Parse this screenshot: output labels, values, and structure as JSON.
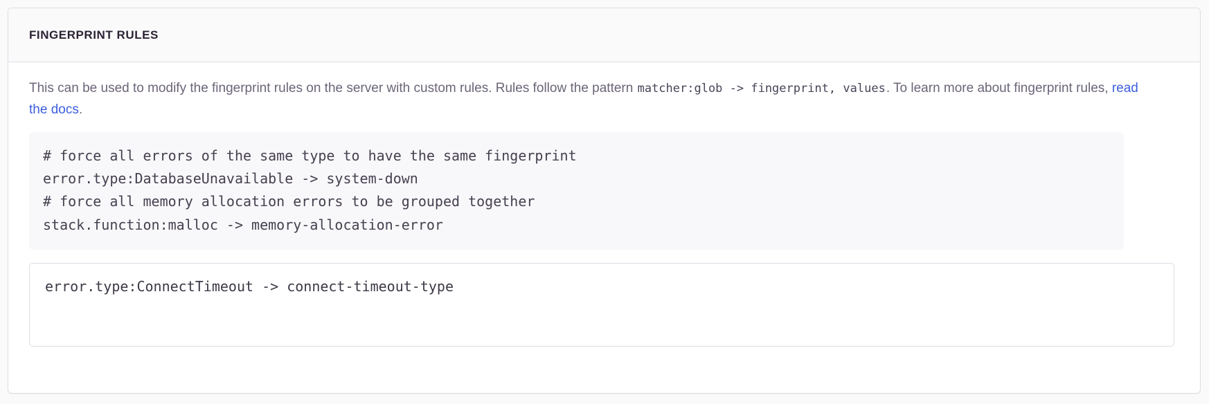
{
  "panel": {
    "title": "FINGERPRINT RULES",
    "description": {
      "text_before_code1": "This can be used to modify the fingerprint rules on the server with custom rules. Rules follow the pattern ",
      "inline_code_1": "matcher:glob -> fingerprint, values",
      "text_between": ". To learn more about fingerprint rules, ",
      "link_label": "read the docs",
      "text_after_link": "."
    },
    "example_code": "# force all errors of the same type to have the same fingerprint\nerror.type:DatabaseUnavailable -> system-down\n# force all memory allocation errors to be grouped together\nstack.function:malloc -> memory-allocation-error",
    "example_code_lines": [
      "# force all errors of the same type to have the same fingerprint",
      "error.type:DatabaseUnavailable -> system-down",
      "# force all memory allocation errors to be grouped together",
      "stack.function:malloc -> memory-allocation-error"
    ],
    "textarea": {
      "value": "error.type:ConnectTimeout -> connect-timeout-type",
      "placeholder": "error.type:ConnectTimeout -> connect-timeout-type"
    }
  },
  "colors": {
    "page_background": "#FAFAFB",
    "card_background": "#FFFFFF",
    "card_header_background": "#FAFAFB",
    "border": "#E0DCE5",
    "title_text": "#2B2233",
    "body_text": "#6C6478",
    "link": "#3C5EDC",
    "code_background": "#F8F8FA",
    "code_text": "#46404F"
  }
}
